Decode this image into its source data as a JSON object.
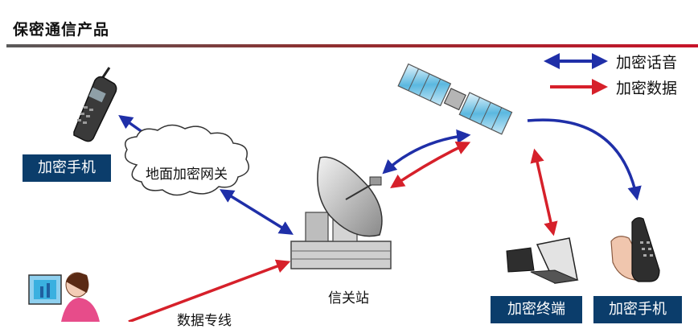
{
  "title": "保密通信产品",
  "legend": {
    "voice": {
      "label": "加密话音",
      "color": "#1f2fa8"
    },
    "data": {
      "label": "加密数据",
      "color": "#d6202a"
    }
  },
  "nodes": {
    "phone_left": "加密手机",
    "cloud": "地面加密网关",
    "gateway": "信关站",
    "terminal": "加密终端",
    "phone_right": "加密手机",
    "dataline": "数据专线"
  },
  "colors": {
    "label_box": "#0b3d6b",
    "title_rule_end": "#c8142a"
  }
}
